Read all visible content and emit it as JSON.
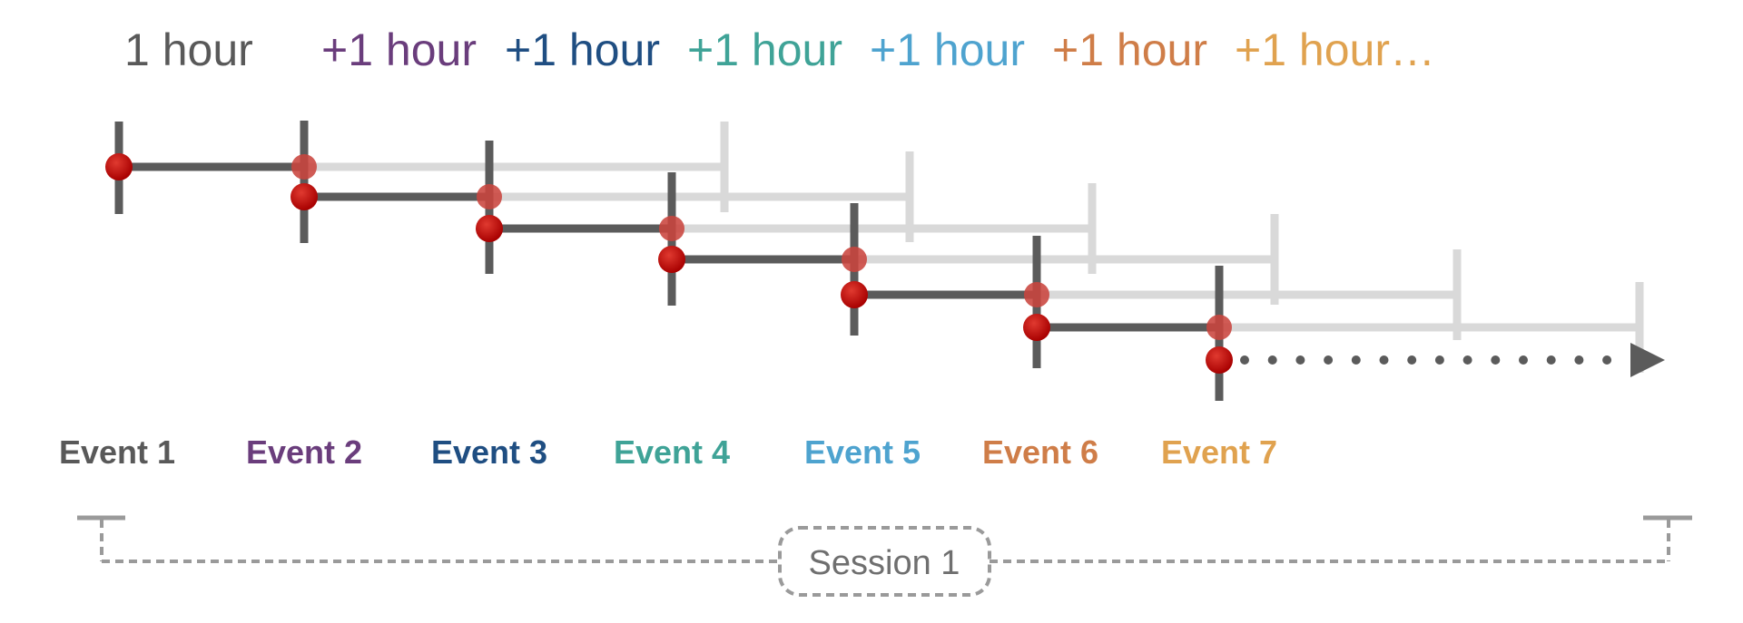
{
  "header": {
    "labels": [
      {
        "text": "1 hour",
        "color": "#595959"
      },
      {
        "text": "+1 hour",
        "color": "#6a3d7c"
      },
      {
        "text": "+1 hour",
        "color": "#1f4e82"
      },
      {
        "text": "+1 hour",
        "color": "#3fa397"
      },
      {
        "text": "+1 hour",
        "color": "#4ea3cf"
      },
      {
        "text": "+1 hour",
        "color": "#cf7d48"
      },
      {
        "text": "+1 hour…",
        "color": "#e0a24f"
      }
    ]
  },
  "events": [
    {
      "label": "Event 1",
      "color": "#595959"
    },
    {
      "label": "Event 2",
      "color": "#6a3d7c"
    },
    {
      "label": "Event 3",
      "color": "#1f4e82"
    },
    {
      "label": "Event 4",
      "color": "#3fa397"
    },
    {
      "label": "Event 5",
      "color": "#4ea3cf"
    },
    {
      "label": "Event 6",
      "color": "#cf7d48"
    },
    {
      "label": "Event 7",
      "color": "#e0a24f"
    }
  ],
  "session": {
    "label": "Session 1"
  },
  "colors": {
    "dark_line": "#5b5b5b",
    "light_line": "#d9d9d9",
    "dot": "#b40000",
    "dot_faded": "#c9443e",
    "bracket": "#9a9a9a",
    "arrow": "#5b5b5b"
  }
}
